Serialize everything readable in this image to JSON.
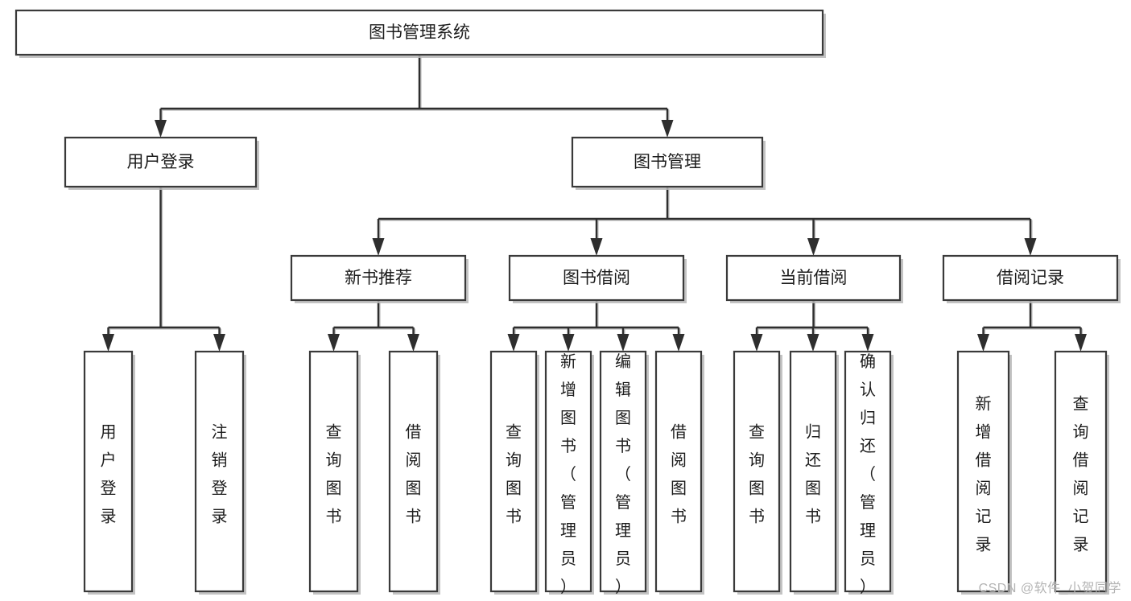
{
  "diagram": {
    "type": "tree",
    "title": "图书管理系统",
    "orientation": "top-down",
    "watermark": "CSDN @软件_小贺同学",
    "colors": {
      "box_fill": "#ffffff",
      "box_stroke": "#3a3a3a",
      "connector": "#2e2e2e",
      "shadow": "#b9b9b9",
      "text": "#1c1c1c",
      "watermark": "#b4b4b4"
    },
    "nodes": {
      "root": {
        "label": "图书管理系统",
        "level": 0,
        "orientation": "horizontal"
      },
      "l1": [
        {
          "id": "user-login",
          "label": "用户登录",
          "level": 1,
          "orientation": "horizontal"
        },
        {
          "id": "book-manage",
          "label": "图书管理",
          "level": 1,
          "orientation": "horizontal"
        }
      ],
      "l2": [
        {
          "id": "new-book-recommend",
          "label": "新书推荐",
          "level": 2,
          "orientation": "horizontal",
          "parent": "book-manage"
        },
        {
          "id": "book-borrow",
          "label": "图书借阅",
          "level": 2,
          "orientation": "horizontal",
          "parent": "book-manage"
        },
        {
          "id": "current-borrow",
          "label": "当前借阅",
          "level": 2,
          "orientation": "horizontal",
          "parent": "book-manage"
        },
        {
          "id": "borrow-record",
          "label": "借阅记录",
          "level": 2,
          "orientation": "horizontal",
          "parent": "book-manage"
        }
      ],
      "leaves": [
        {
          "id": "leaf-user-login",
          "label": "用户登录",
          "parent": "user-login",
          "orientation": "vertical"
        },
        {
          "id": "leaf-logout",
          "label": "注销登录",
          "parent": "user-login",
          "orientation": "vertical"
        },
        {
          "id": "leaf-query-book-1",
          "label": "查询图书",
          "parent": "new-book-recommend",
          "orientation": "vertical"
        },
        {
          "id": "leaf-borrow-book-1",
          "label": "借阅图书",
          "parent": "new-book-recommend",
          "orientation": "vertical"
        },
        {
          "id": "leaf-query-book-2",
          "label": "查询图书",
          "parent": "book-borrow",
          "orientation": "vertical"
        },
        {
          "id": "leaf-add-book",
          "label": "新增图书（管理员）",
          "parent": "book-borrow",
          "orientation": "vertical"
        },
        {
          "id": "leaf-edit-book",
          "label": "编辑图书（管理员）",
          "parent": "book-borrow",
          "orientation": "vertical"
        },
        {
          "id": "leaf-borrow-book-2",
          "label": "借阅图书",
          "parent": "book-borrow",
          "orientation": "vertical"
        },
        {
          "id": "leaf-query-book-3",
          "label": "查询图书",
          "parent": "current-borrow",
          "orientation": "vertical"
        },
        {
          "id": "leaf-return-book",
          "label": "归还图书",
          "parent": "current-borrow",
          "orientation": "vertical"
        },
        {
          "id": "leaf-confirm-return",
          "label": "确认归还（管理员）",
          "parent": "current-borrow",
          "orientation": "vertical"
        },
        {
          "id": "leaf-add-record",
          "label": "新增借阅记录",
          "parent": "borrow-record",
          "orientation": "vertical"
        },
        {
          "id": "leaf-query-record",
          "label": "查询借阅记录",
          "parent": "borrow-record",
          "orientation": "vertical"
        }
      ]
    }
  }
}
